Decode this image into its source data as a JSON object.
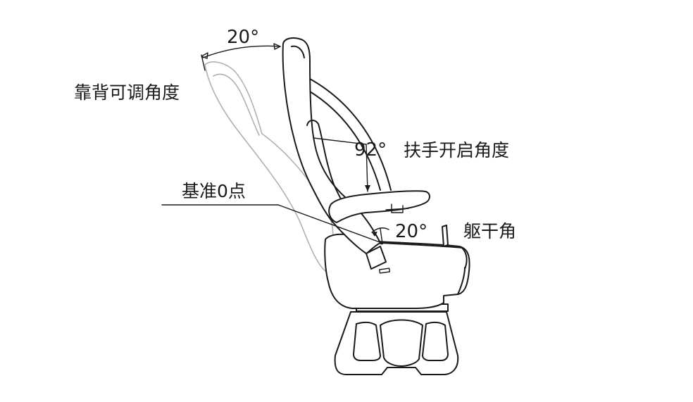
{
  "labels": {
    "backrest_angle_value": "20°",
    "backrest_adjust_label": "靠背可调角度",
    "armrest_angle_value": "92°",
    "armrest_open_label": "扶手开启角度",
    "reference_zero_label": "基准0点",
    "torso_angle_value": "20°",
    "torso_angle_label": "躯干角"
  },
  "colors": {
    "ink": "#1a1a1a",
    "ghost_outline": "#b0b0b0",
    "background": "#ffffff"
  }
}
